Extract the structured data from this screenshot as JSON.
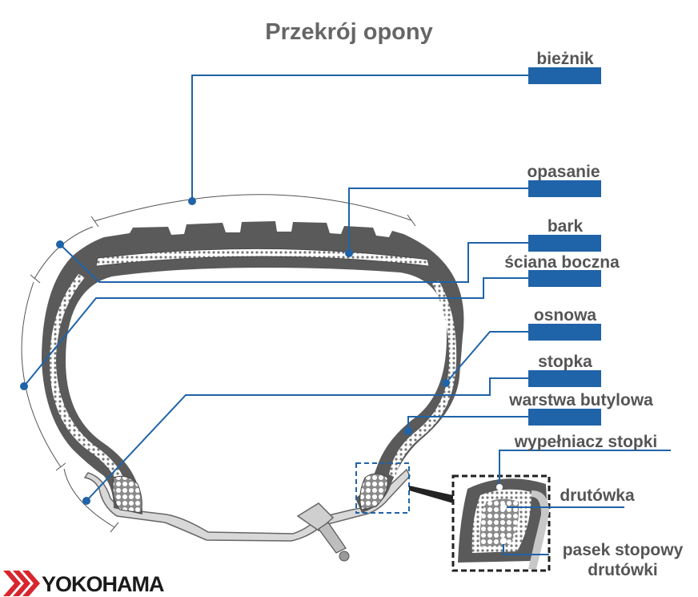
{
  "title": "Przekrój opony",
  "labels": {
    "tread": "bieżnik",
    "belt": "opasanie",
    "shoulder": "bark",
    "sidewall": "ściana boczna",
    "carcass": "osnowa",
    "bead": "stopka",
    "inner_liner": "warstwa butylowa",
    "bead_filler": "wypełniacz stopki",
    "bead_wire": "drutówka",
    "bead_strip_line1": "pasek stopowy",
    "bead_strip_line2": "drutówki"
  },
  "brand": {
    "name": "YOKOHAMA",
    "logo": "yokohama-stripes-logo"
  },
  "colors": {
    "accent": "#1f63a8",
    "tire": "#555555",
    "text": "#555555"
  }
}
